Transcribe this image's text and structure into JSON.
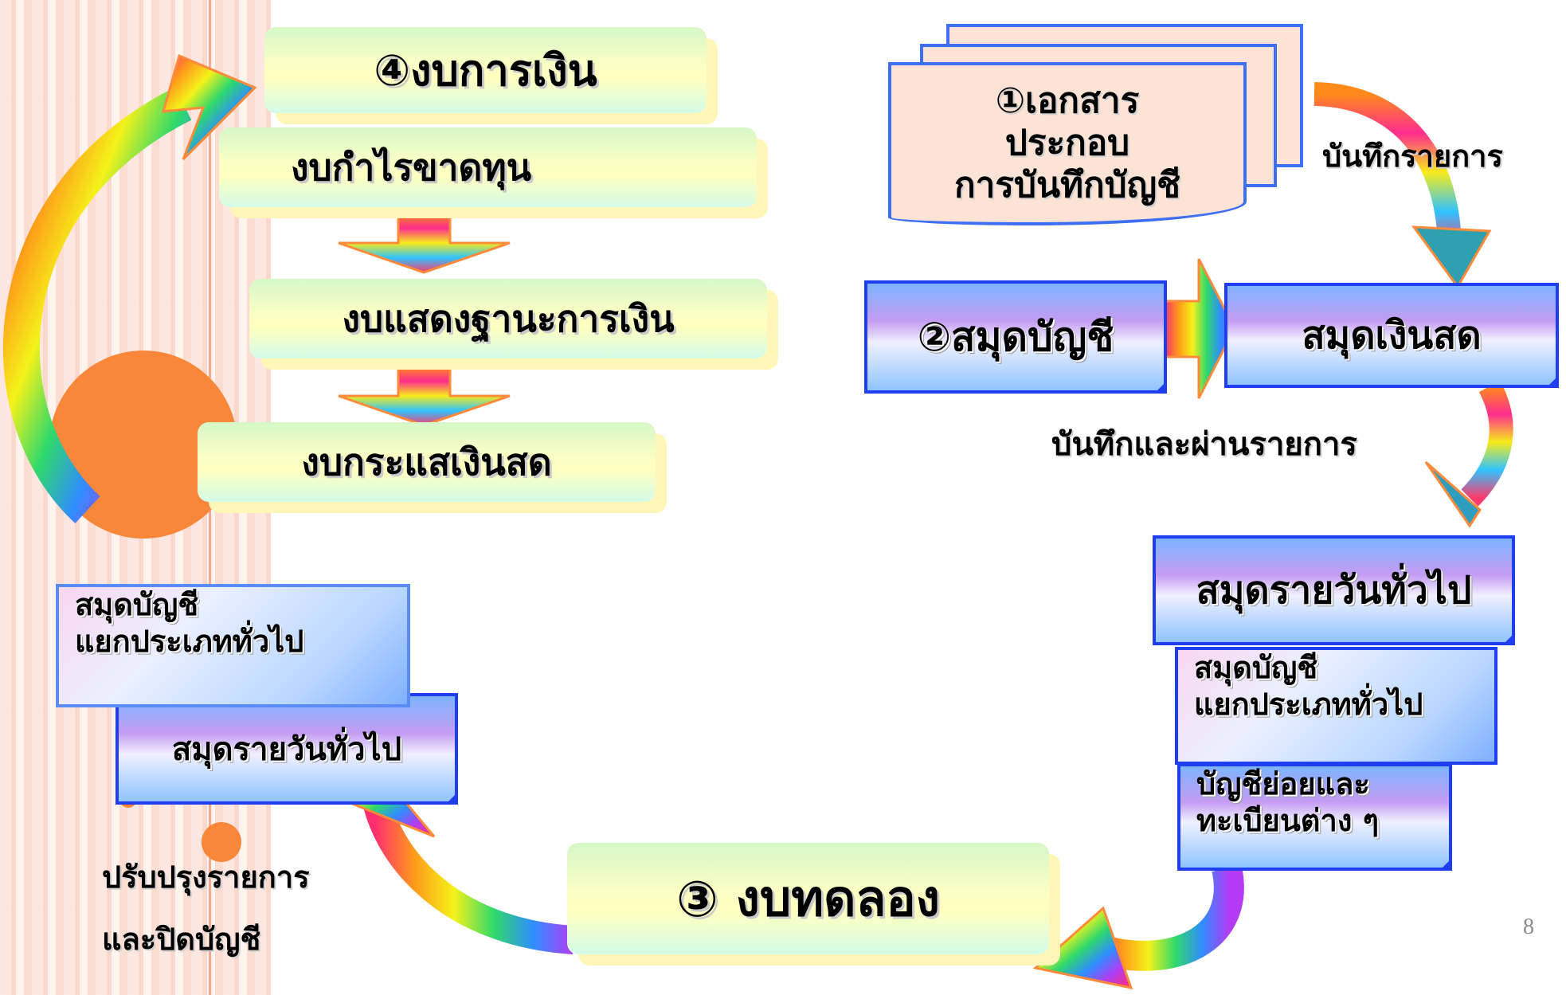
{
  "financial_statements": {
    "step_number": "④",
    "title": "งบการเงิน",
    "income_statement": "งบกำไรขาดทุน",
    "balance_sheet": "งบแสดงฐานะการเงิน",
    "cash_flow_statement": "งบกระแสเงินสด"
  },
  "source_documents": {
    "step_number": "①",
    "line1": "เอกสาร",
    "line2": "ประกอบ",
    "line3": "การบันทึกบัญชี"
  },
  "record_transactions_label": "บันทึกรายการ",
  "books": {
    "step_number": "②",
    "title": "สมุดบัญชี",
    "cash_book": "สมุดเงินสด"
  },
  "record_and_post_label": "บันทึกและผ่านรายการ",
  "right_stack": {
    "general_journal": "สมุดรายวันทั่วไป",
    "general_ledger_line1": "สมุดบัญชี",
    "general_ledger_line2": "แยกประเภททั่วไป",
    "subsidiary_line1": "บัญชีย่อยและ",
    "subsidiary_line2": "ทะเบียนต่าง ๆ"
  },
  "trial_balance": {
    "step_number": "③",
    "title": "งบทดลอง"
  },
  "left_stack": {
    "general_ledger_line1": "สมุดบัญชี",
    "general_ledger_line2": "แยกประเภททั่วไป",
    "general_journal": "สมุดรายวันทั่วไป"
  },
  "adjust_close": {
    "line1": "ปรับปรุงรายการ",
    "line2": "และปิดบัญชี"
  },
  "page_number": "8",
  "colors": {
    "box_border": "#1f3ef0",
    "orange_accent": "#f8873a",
    "stripe_pink": "#fbd3c6"
  }
}
